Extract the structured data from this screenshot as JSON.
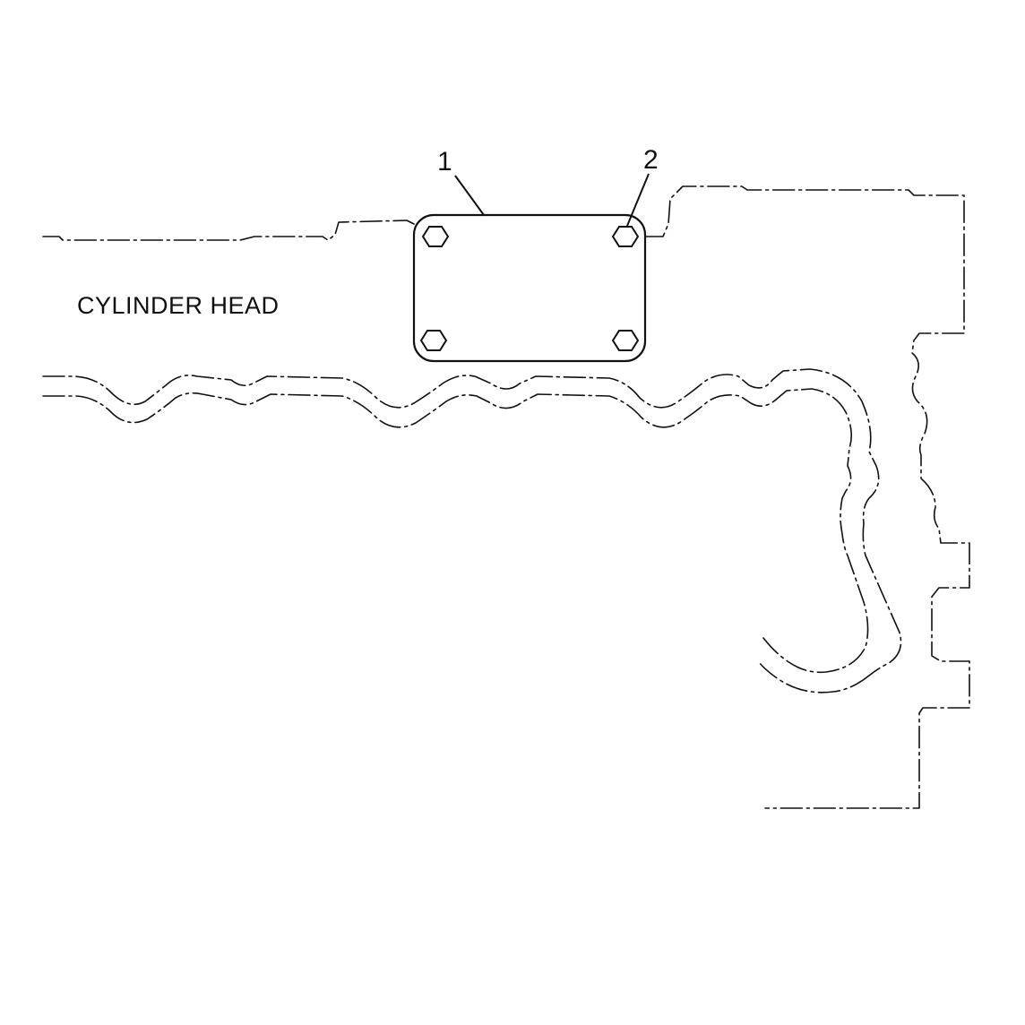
{
  "labels": {
    "cylinder_head": "CYLINDER HEAD",
    "callout_cover": "1",
    "callout_bolt": "2"
  },
  "colors": {
    "line": "#111111",
    "background": "#ffffff"
  }
}
